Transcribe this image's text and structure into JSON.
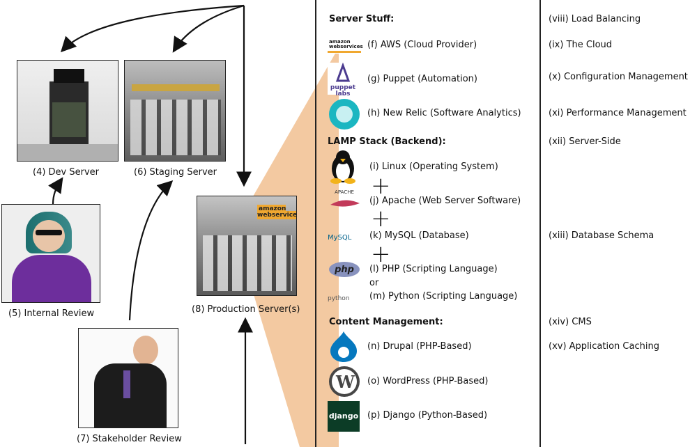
{
  "diagram": {
    "dev_server_label": "(4) Dev Server",
    "staging_server_label": "(6) Staging Server",
    "internal_review_label": "(5) Internal Review",
    "production_server_label": "(8) Production Server(s)",
    "stakeholder_review_label": "(7) Stakeholder Review",
    "aws_logo_text": "amazon webservices"
  },
  "sections": {
    "server_stuff": "Server Stuff:",
    "lamp_stack": "LAMP Stack (Backend):",
    "content_management": "Content Management:"
  },
  "items": {
    "aws": "(f) AWS (Cloud Provider)",
    "puppet": "(g) Puppet (Automation)",
    "newrelic": "(h) New Relic (Software Analytics)",
    "linux": "(i) Linux (Operating System)",
    "apache": "(j) Apache (Web Server Software)",
    "mysql": "(k) MySQL (Database)",
    "php": "(l) PHP (Scripting Language)",
    "or": "or",
    "python": "(m) Python (Scripting Language)",
    "drupal": "(n) Drupal (PHP-Based)",
    "wordpress": "(o) WordPress (PHP-Based)",
    "django": "(p) Django (Python-Based)"
  },
  "concepts": {
    "load_balancing": "(viii) Load Balancing",
    "the_cloud": "(ix) The Cloud",
    "config_mgmt": "(x) Configuration Management",
    "perf_mgmt": "(xi) Performance Management",
    "server_side": "(xii) Server-Side",
    "db_schema": "(xiii) Database Schema",
    "cms": "(xiv) CMS",
    "app_caching": "(xv) Application Caching"
  },
  "logos": {
    "aws": "amazon webservices",
    "puppet": "puppet labs",
    "apache": "APACHE",
    "mysql": "MySQL",
    "php": "php",
    "python": "python",
    "django": "django"
  },
  "colors": {
    "highlight": "#f3c9a1",
    "line": "#222222"
  }
}
